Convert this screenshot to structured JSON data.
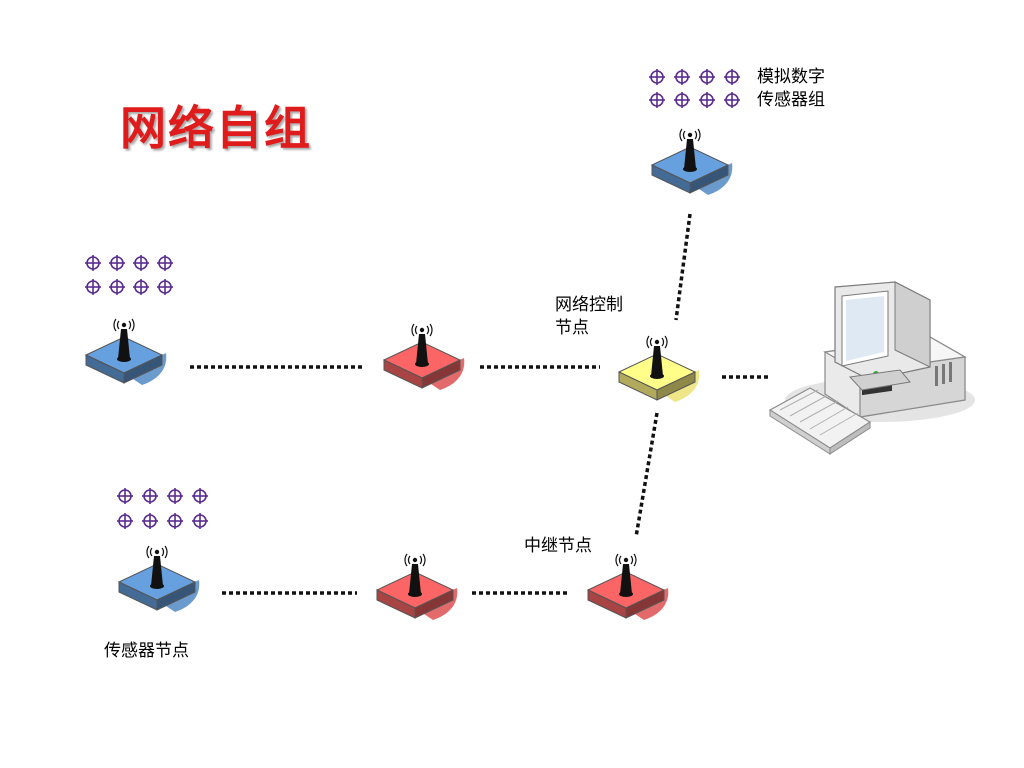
{
  "title": "网络自组",
  "labels": {
    "analog_group_line1": "模拟数字",
    "analog_group_line2": "传感器组",
    "control_node_line1": "网络控制",
    "control_node_line2": "节点",
    "relay_node": "中继节点",
    "sensor_node": "传感器节点"
  },
  "colors": {
    "title": "#e01b1b",
    "sensor_node": "#5b8fc7",
    "relay_node": "#e05a5a",
    "control_node": "#ece37a",
    "sensor_dot": "#5a2d8f"
  },
  "node_types": {
    "sensor": "blue",
    "relay": "red",
    "control": "yellow"
  }
}
